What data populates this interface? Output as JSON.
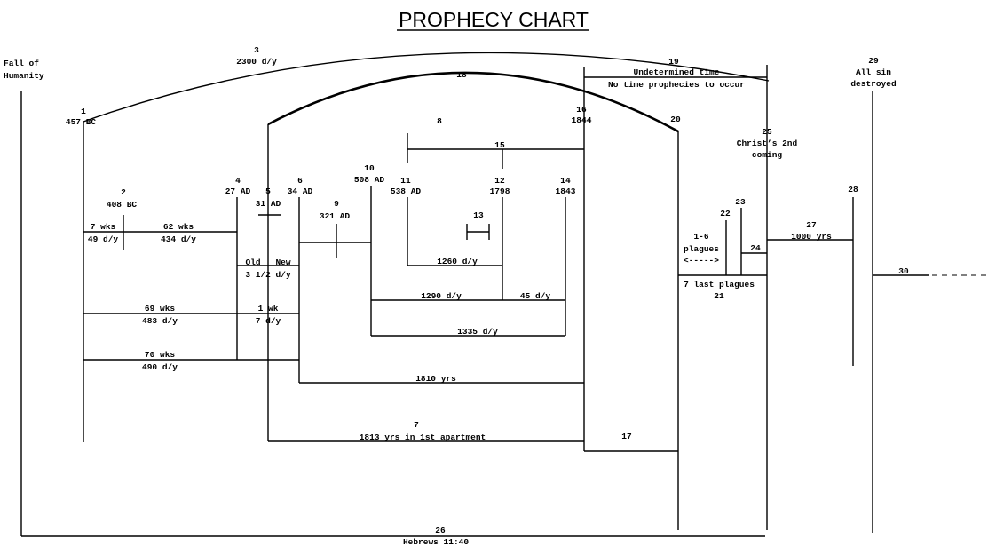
{
  "title": "PROPHECY CHART",
  "labels": {
    "fall_1": "Fall of",
    "fall_2": "Humanity",
    "n1": "1",
    "n1_date": "457 BC",
    "n2": "2",
    "n2_date": "408 BC",
    "seven_wks": "7 wks",
    "seven_wks_dy": "49 d/y",
    "sixtytwo_wks": "62 wks",
    "sixtytwo_wks_dy": "434 d/y",
    "n3": "3",
    "n3_dy": "2300 d/y",
    "n4": "4",
    "n4_date": "27 AD",
    "n5": "5",
    "n5_date": "31 AD",
    "n6": "6",
    "n6_date": "34 AD",
    "old": "Old",
    "new": "New",
    "three_half": "3 1/2 d/y",
    "n9": "9",
    "n9_date": "321 AD",
    "n10": "10",
    "n10_date": "508 AD",
    "n11": "11",
    "n11_date": "538 AD",
    "n8": "8",
    "n12": "12",
    "n12_date": "1798",
    "n13": "13",
    "n14": "14",
    "n14_date": "1843",
    "n15": "15",
    "n16": "16",
    "n16_date": "1844",
    "n18": "18",
    "n19": "19",
    "undetermined": "Undetermined time",
    "no_time": "No time prophecies to occur",
    "n20": "20",
    "n25": "25",
    "christ_1": "Christ’s 2nd",
    "christ_2": "coming",
    "n29": "29",
    "all_sin": "All sin",
    "destroyed": "destroyed",
    "n28": "28",
    "n22": "22",
    "n23": "23",
    "n24": "24",
    "n27": "27",
    "thousand_yrs": "1000 yrs",
    "plagues_16": "1-6",
    "plagues": "plagues",
    "plague_arrow": "<----->",
    "seven_last": "7 last plagues",
    "n21": "21",
    "n30": "30",
    "sixtynine_wks": "69 wks",
    "sixtynine_dy": "483 d/y",
    "one_wk": "1 wk",
    "seven_dy": "7 d/y",
    "seventy_wks": "70 wks",
    "seventy_dy": "490 d/y",
    "d1260": "1260 d/y",
    "d1290": "1290 d/y",
    "d45": "45 d/y",
    "d1335": "1335 d/y",
    "y1810": "1810 yrs",
    "n7": "7",
    "y1813": "1813 yrs in 1st apartment",
    "n17": "17",
    "n26": "26",
    "hebrews": "Hebrews 11:40"
  }
}
